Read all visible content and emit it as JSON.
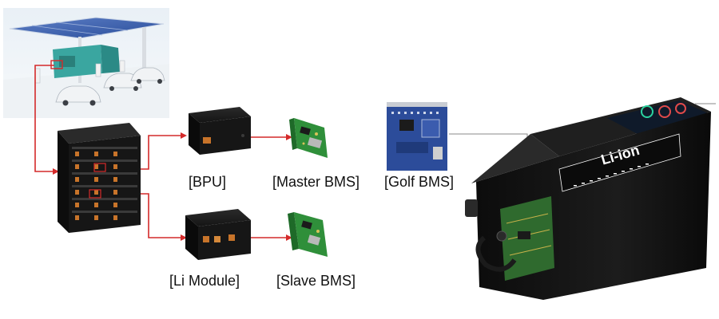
{
  "diagram": {
    "nodes": {
      "ess_station": {
        "caption": "",
        "icon": "solar-charging-station-image"
      },
      "rack": {
        "caption": "",
        "icon": "battery-rack-image"
      },
      "bpu": {
        "caption": "[BPU]",
        "icon": "battery-box-image"
      },
      "master_bms": {
        "caption": "[Master BMS]",
        "icon": "pcb-board-image"
      },
      "li_module": {
        "caption": "[Li Module]",
        "icon": "battery-box-image"
      },
      "slave_bms": {
        "caption": "[Slave BMS]",
        "icon": "pcb-board-image"
      },
      "golf_bms": {
        "caption": "[Golf BMS]",
        "icon": "pcb-board-image"
      },
      "golf_battery": {
        "caption": "",
        "icon": "golf-cart-battery-image"
      }
    },
    "battery_brand_mark": "Li-ion",
    "colors": {
      "connector": "#d42a2a",
      "leader_line": "#8a8a8a",
      "pcb_green": "#2f8f3a",
      "pcb_blue": "#2c4c9a",
      "case_black": "#141414"
    }
  }
}
